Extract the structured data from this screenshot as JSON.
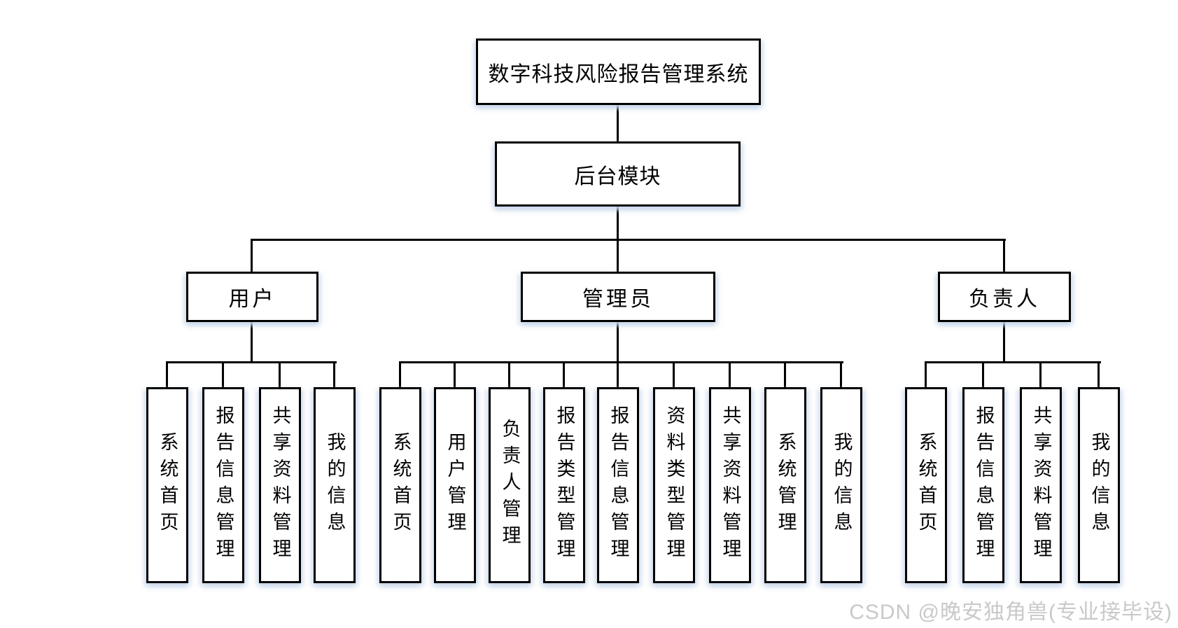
{
  "diagram": {
    "root": "数字科技风险报告管理系统",
    "backend": "后台模块",
    "roles": [
      {
        "name": "用户",
        "children": [
          "系统首页",
          "报告信息管理",
          "共享资料管理",
          "我的信息"
        ]
      },
      {
        "name": "管理员",
        "children": [
          "系统首页",
          "用户管理",
          "负责人管理",
          "报告类型管理",
          "报告信息管理",
          "资料类型管理",
          "共享资料管理",
          "系统管理",
          "我的信息"
        ]
      },
      {
        "name": "负责人",
        "children": [
          "系统首页",
          "报告信息管理",
          "共享资料管理",
          "我的信息"
        ]
      }
    ]
  },
  "watermark": "CSDN @晚安独角兽(专业接毕设)",
  "colors": {
    "line": "#000000",
    "box_fill": "#ffffff",
    "box_shadow": "#dbe4f3",
    "watermark_text": "#c9c9c9"
  }
}
